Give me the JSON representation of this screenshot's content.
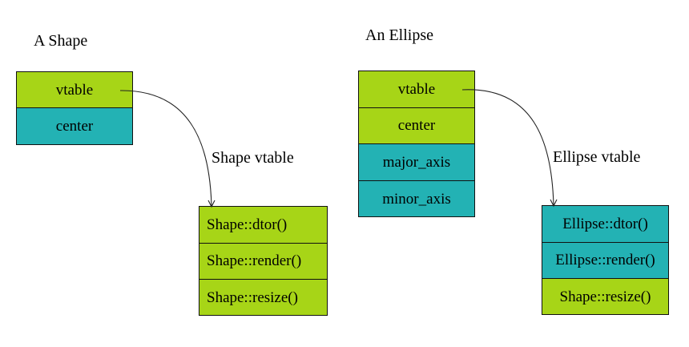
{
  "shape_object": {
    "title": "A Shape",
    "fields": [
      {
        "label": "vtable",
        "color": "lime"
      },
      {
        "label": "center",
        "color": "teal"
      }
    ]
  },
  "ellipse_object": {
    "title": "An Ellipse",
    "fields": [
      {
        "label": "vtable",
        "color": "lime"
      },
      {
        "label": "center",
        "color": "lime"
      },
      {
        "label": "major_axis",
        "color": "teal"
      },
      {
        "label": "minor_axis",
        "color": "teal"
      }
    ]
  },
  "shape_vtable": {
    "title": "Shape vtable",
    "entries": [
      {
        "label": "Shape::dtor()",
        "color": "lime"
      },
      {
        "label": "Shape::render()",
        "color": "lime"
      },
      {
        "label": "Shape::resize()",
        "color": "lime"
      }
    ]
  },
  "ellipse_vtable": {
    "title": "Ellipse vtable",
    "entries": [
      {
        "label": "Ellipse::dtor()",
        "color": "teal"
      },
      {
        "label": "Ellipse::render()",
        "color": "teal"
      },
      {
        "label": "Shape::resize()",
        "color": "lime"
      }
    ]
  },
  "colors": {
    "lime": "#a7d517",
    "teal": "#23b2b4"
  }
}
